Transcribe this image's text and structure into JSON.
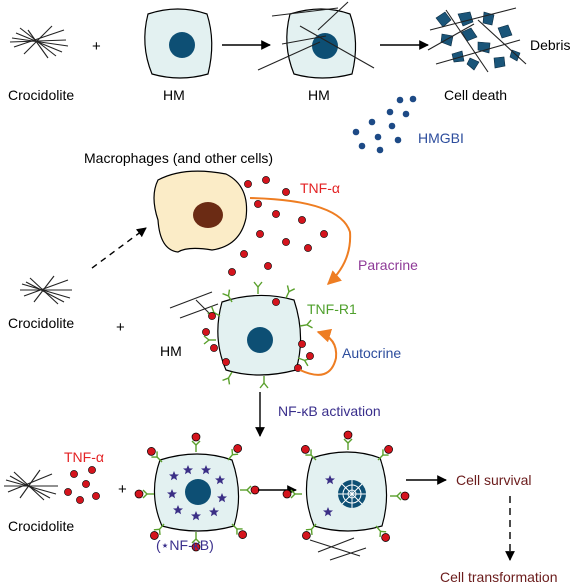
{
  "labels": {
    "crocidolite_top": "Crocidolite",
    "plus_top": "+",
    "hm_top_1": "HM",
    "hm_top_2": "HM",
    "cell_death": "Cell death",
    "debris": "Debris",
    "hmgbi": "HMGBI",
    "macrophages": "Macrophages (and other cells)",
    "tnf_alpha_macrophage": "TNF-α",
    "paracrine": "Paracrine",
    "crocidolite_mid": "Crocidolite",
    "plus_mid": "+",
    "tnf_r1": "TNF-R1",
    "hm_mid": "HM",
    "autocrine": "Autocrine",
    "nfkb_activation": "NF-κB activation",
    "tnf_alpha_bottom": "TNF-α",
    "crocidolite_bottom": "Crocidolite",
    "plus_bottom": "+",
    "nfkb_legend": "(⋆NF-κB)",
    "cell_survival": "Cell survival",
    "cell_transformation": "Cell transformation"
  },
  "colors": {
    "cell_fill": "#e3f1f1",
    "nucleus": "#0d4f74",
    "macrophage_fill": "#fbecc7",
    "macrophage_nucleus": "#6b2b14",
    "tnf_dot": "#d4141d",
    "receptor": "#5aa02c",
    "hmgb_dot": "#1d4a86",
    "paracrine_arrow": "#ee7d22",
    "nfkb_star": "#3b2f86",
    "label_red": "#e32123",
    "label_purple": "#8e3a97",
    "label_green": "#4fa02c",
    "label_blue": "#2d4d9d",
    "label_navy": "#3a2f8c",
    "label_maroon": "#6b1c1c"
  }
}
